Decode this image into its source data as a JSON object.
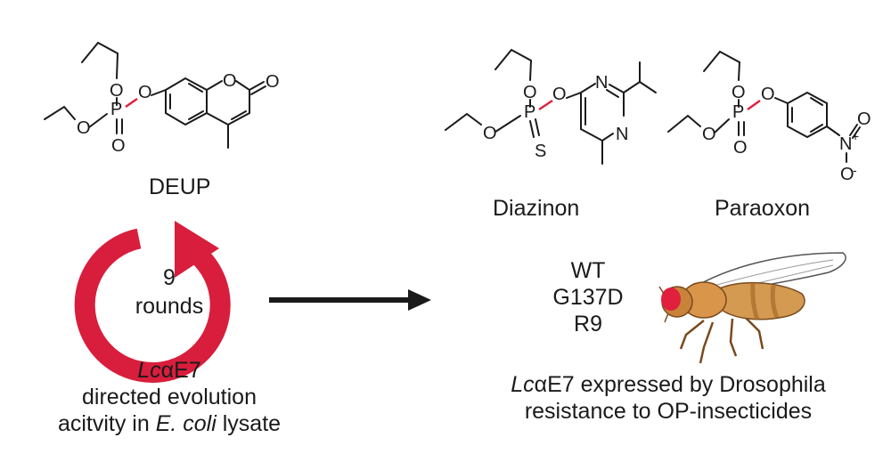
{
  "compounds": {
    "deup": {
      "name": "DEUP"
    },
    "diazinon": {
      "name": "Diazinon"
    },
    "paraoxon": {
      "name": "Paraoxon"
    }
  },
  "atoms": {
    "O": "O",
    "P": "P",
    "S": "S",
    "N": "N",
    "n_plus": "+",
    "minus": "-"
  },
  "cycle": {
    "count": "9",
    "label": "rounds",
    "color": "#d81e3c"
  },
  "left_caption": {
    "line1_italic": "Lc",
    "line1_rest": "αE7",
    "line2": "directed evolution",
    "line3_pre": "acitvity in ",
    "line3_italic": "E. coli",
    "line3_post": " lysate"
  },
  "variants": [
    "WT",
    "G137D",
    "R9"
  ],
  "right_caption": {
    "line1_italic": "Lc",
    "line1_rest": "αE7 expressed by Drosophila",
    "line2": "resistance to OP-insecticides"
  },
  "icons": {
    "arrow": "arrow-right-icon",
    "cycle": "cycle-arrow-icon",
    "fly": "fruit-fly-icon"
  }
}
